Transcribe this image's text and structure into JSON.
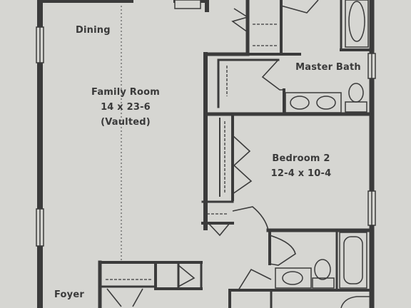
{
  "plan": {
    "colors": {
      "paper": "#d6d6d2",
      "wall": "#3b3b3b",
      "fixture": "#4a4a4a",
      "dotted": "#5a5a5a"
    },
    "rooms": {
      "dining": {
        "name": "Dining"
      },
      "family_room": {
        "name": "Family Room",
        "dimensions": "14 x 23-6",
        "note": "(Vaulted)"
      },
      "master_bath": {
        "name": "Master Bath"
      },
      "bedroom2": {
        "name": "Bedroom 2",
        "dimensions": "12-4 x 10-4"
      },
      "foyer": {
        "name": "Foyer"
      }
    }
  }
}
